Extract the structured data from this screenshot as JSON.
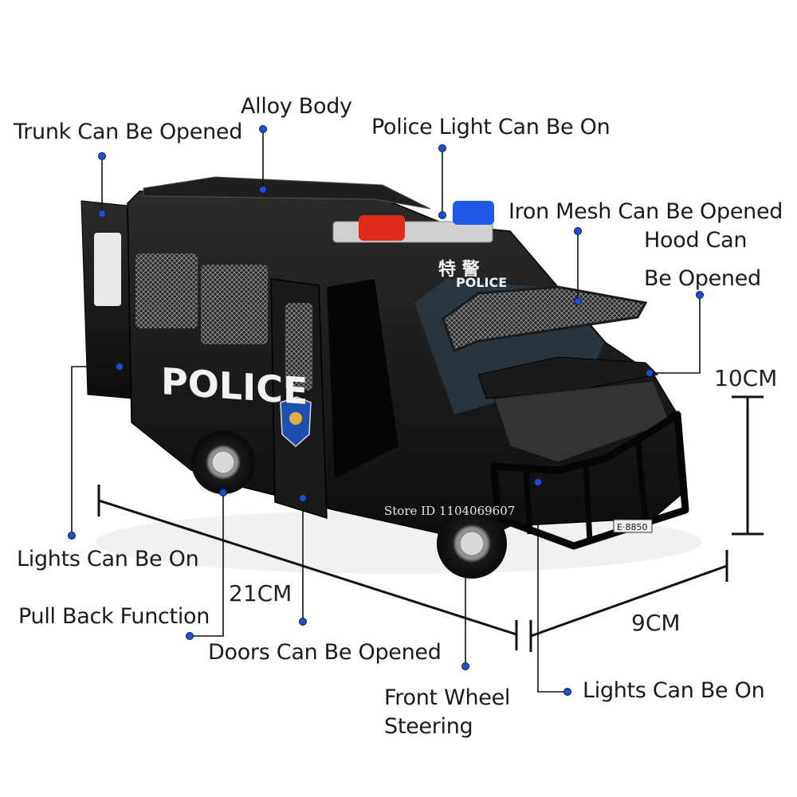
{
  "labels": {
    "trunk": "Trunk Can Be Opened",
    "alloy": "Alloy Body",
    "police_light": "Police Light Can Be On",
    "iron_mesh": "Iron Mesh Can Be Opened",
    "hood_line1": "Hood Can",
    "hood_line2": "Be Opened",
    "lights_rear": "Lights Can Be On",
    "pull_back": "Pull Back Function",
    "doors": "Doors Can Be Opened",
    "front_wheel_line1": "Front Wheel",
    "front_wheel_line2": "Steering",
    "lights_front": "Lights Can Be On"
  },
  "dimensions": {
    "height": "10CM",
    "length": "21CM",
    "width": "9CM"
  },
  "vehicle": {
    "side_text": "POLICE",
    "hood_chars": "特 警",
    "hood_text": "POLICE",
    "plate": "E·8850"
  },
  "watermark": "Store ID 1104069607",
  "colors": {
    "dot": "#1a4fd6",
    "body": "#141414",
    "red_light": "#e02a1a",
    "blue_light": "#1e5ae6"
  }
}
